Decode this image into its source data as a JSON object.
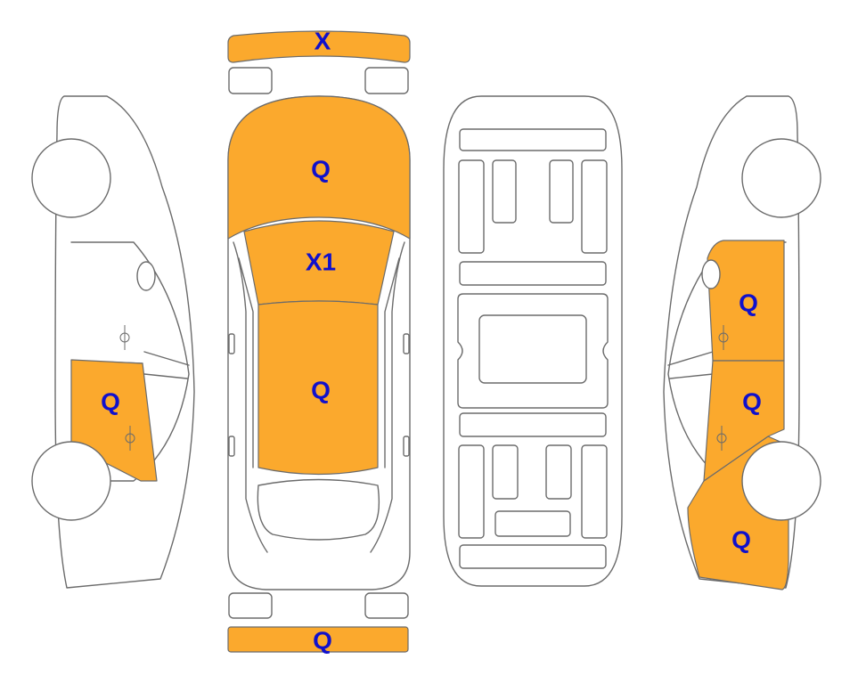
{
  "colors": {
    "damage_fill": "#fba92d",
    "label_text": "#1010cc",
    "outline": "#6b6b6b",
    "background": "#ffffff"
  },
  "marks": {
    "front_bumper": "X",
    "hood": "Q",
    "windshield": "X1",
    "roof": "Q",
    "rear_bumper": "Q",
    "left_rear_door": "Q",
    "right_front_door": "Q",
    "right_rear_door": "Q",
    "right_rear_quarter": "Q"
  }
}
